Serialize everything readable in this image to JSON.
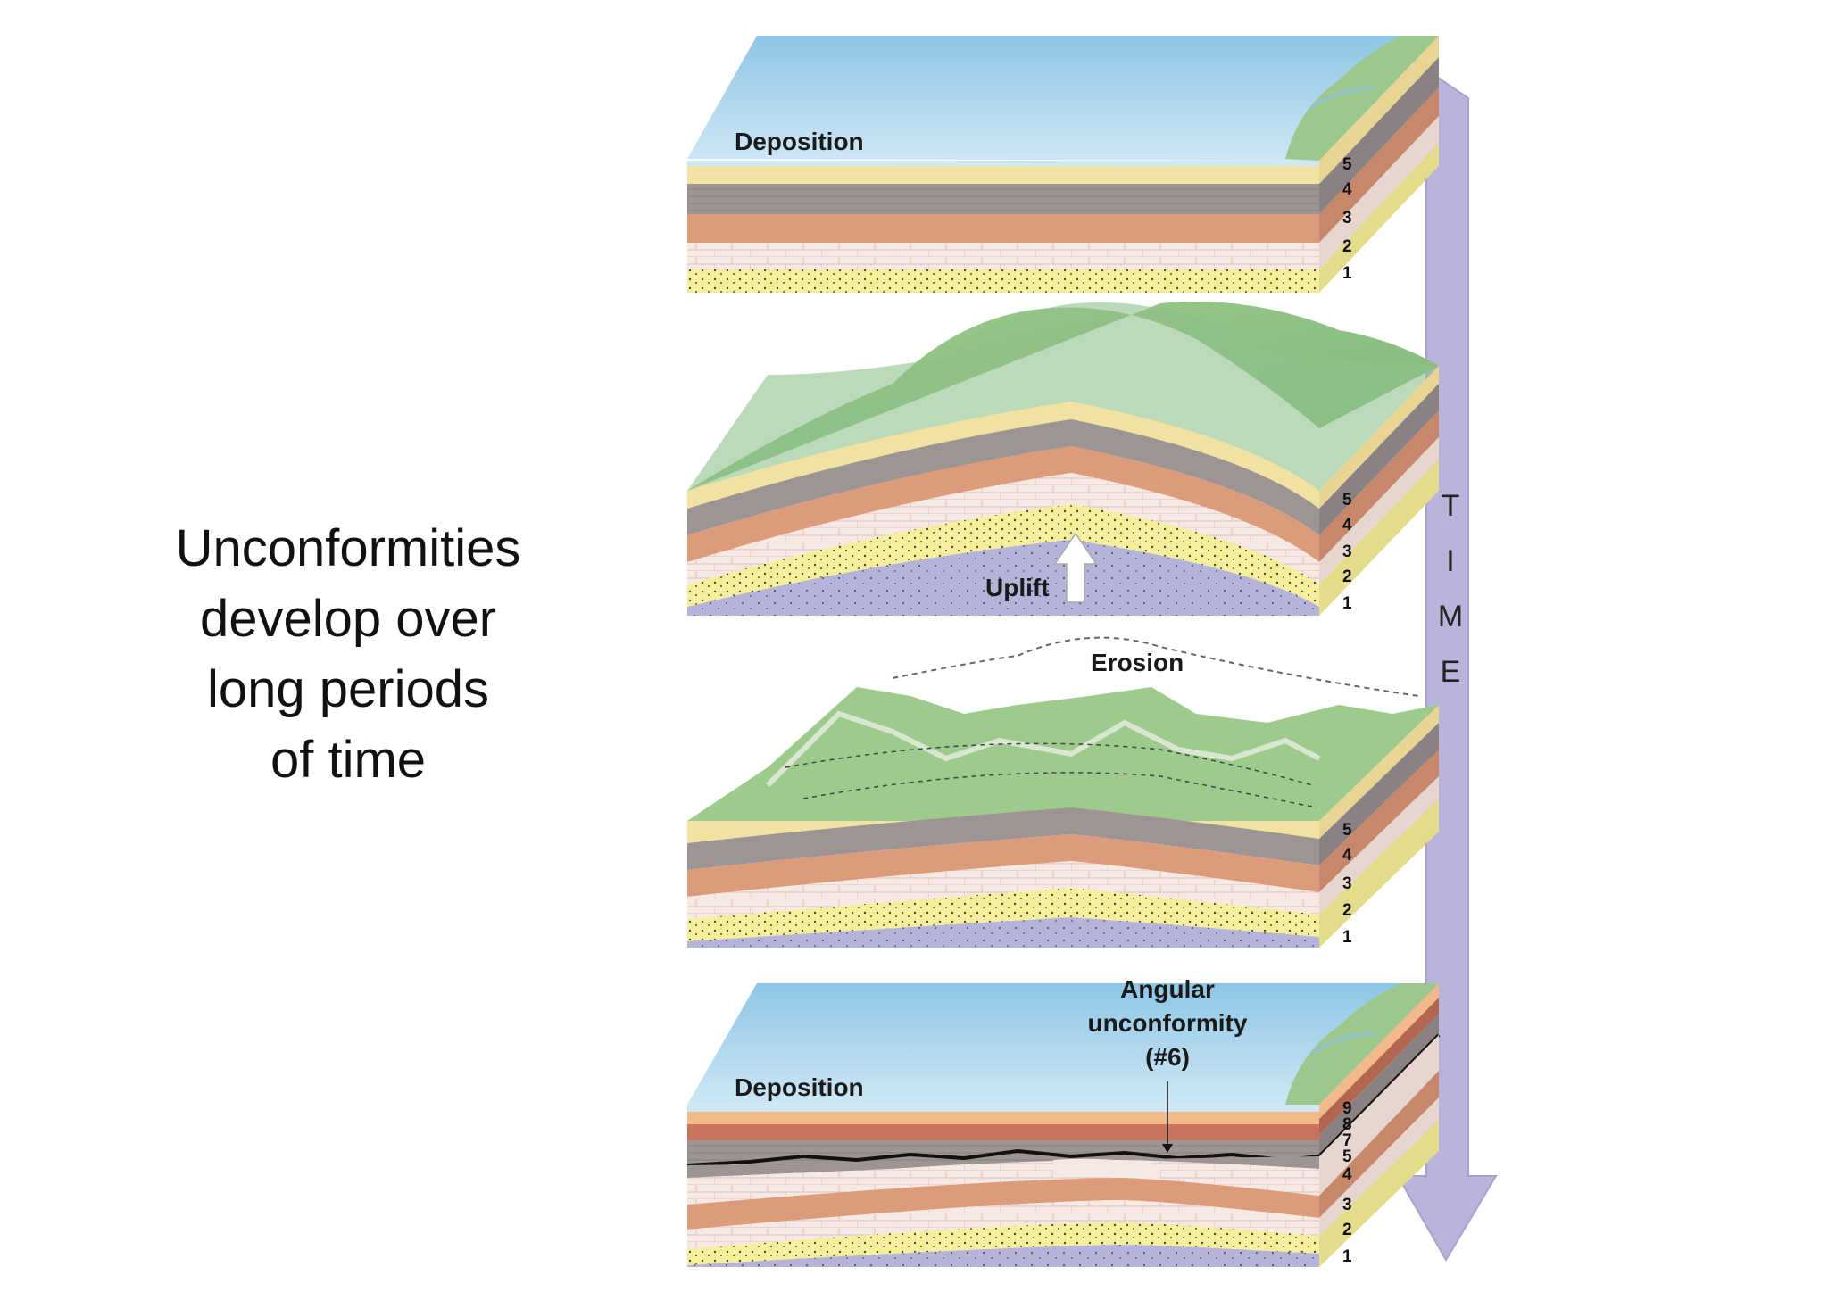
{
  "caption": {
    "lines": [
      "Unconformities",
      "develop over",
      "long periods",
      "of time"
    ]
  },
  "time_arrow": {
    "letters": [
      "T",
      "I",
      "M",
      "E"
    ],
    "color": "#b8b4dc"
  },
  "panels": [
    {
      "label": "Deposition",
      "layer_numbers": [
        "5",
        "4",
        "3",
        "2",
        "1"
      ]
    },
    {
      "label": "Uplift",
      "layer_numbers": [
        "5",
        "4",
        "3",
        "2",
        "1"
      ]
    },
    {
      "label": "Erosion",
      "layer_numbers": [
        "5",
        "4",
        "3",
        "2",
        "1"
      ]
    },
    {
      "label": "Deposition",
      "annotation_lines": [
        "Angular",
        "unconformity",
        "(#6)"
      ],
      "layer_numbers": [
        "9",
        "8",
        "7",
        "5",
        "4",
        "3",
        "2",
        "1"
      ]
    }
  ],
  "colors": {
    "sky": "#a9d3ea",
    "water": "#cfe8f3",
    "land": "#a9cf9a",
    "sand": "#f2e2a2",
    "gray_layer": "#9d9494",
    "orange_layer": "#dc9b7a",
    "limestone": "#f6e8e2",
    "speckled": "#f5ee9a",
    "basement": "#b5b3da",
    "red_layer": "#c9735e",
    "peach_layer": "#f2b98a"
  }
}
